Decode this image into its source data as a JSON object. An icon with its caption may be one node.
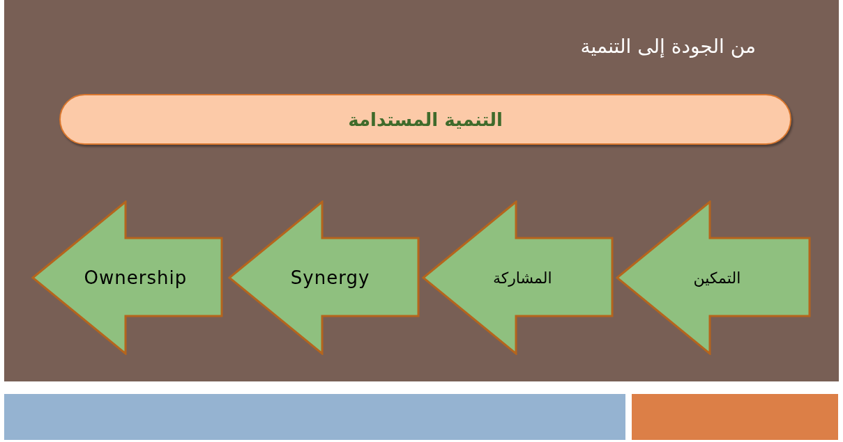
{
  "diagram": {
    "title": "من الجودة إلى التنمية",
    "nodes": [
      {
        "text": [
          "التنمية المستدامة"
        ]
      },
      {
        "text": [
          "Ownership"
        ]
      },
      {
        "text": [
          "Synergy"
        ]
      },
      {
        "text": [
          "المشاركة"
        ]
      },
      {
        "text": [
          "التمكين"
        ]
      }
    ],
    "edges": []
  }
}
